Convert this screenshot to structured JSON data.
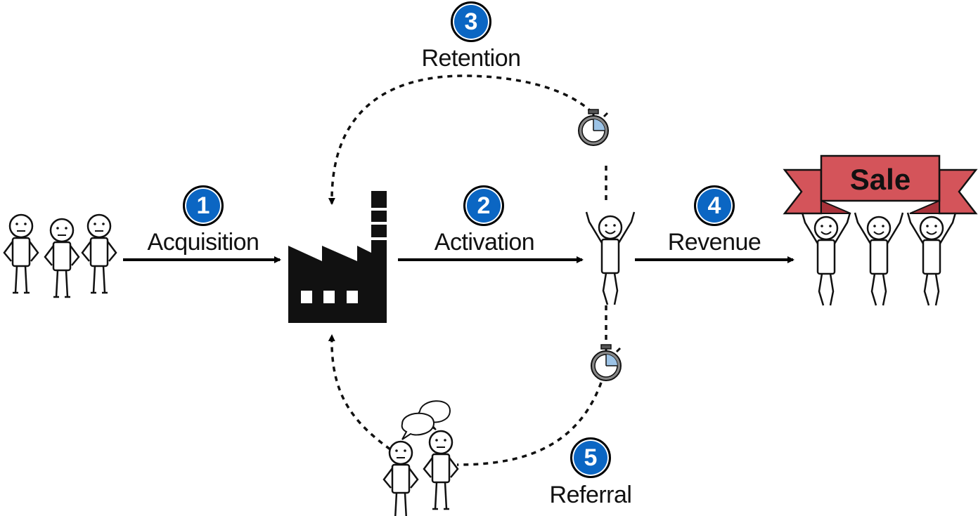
{
  "stages": [
    {
      "number": "1",
      "label": "Acquisition"
    },
    {
      "number": "2",
      "label": "Activation"
    },
    {
      "number": "3",
      "label": "Retention"
    },
    {
      "number": "4",
      "label": "Revenue"
    },
    {
      "number": "5",
      "label": "Referral"
    }
  ],
  "sale_banner": {
    "text": "Sale"
  },
  "colors": {
    "badge": "#0b66c3",
    "banner": "#d4545a",
    "banner_dark": "#a8323a",
    "ink": "#111111"
  },
  "icons": [
    "stick-figure-group",
    "factory-icon",
    "stopwatch-icon",
    "speech-bubble-icon",
    "sale-banner-icon"
  ]
}
